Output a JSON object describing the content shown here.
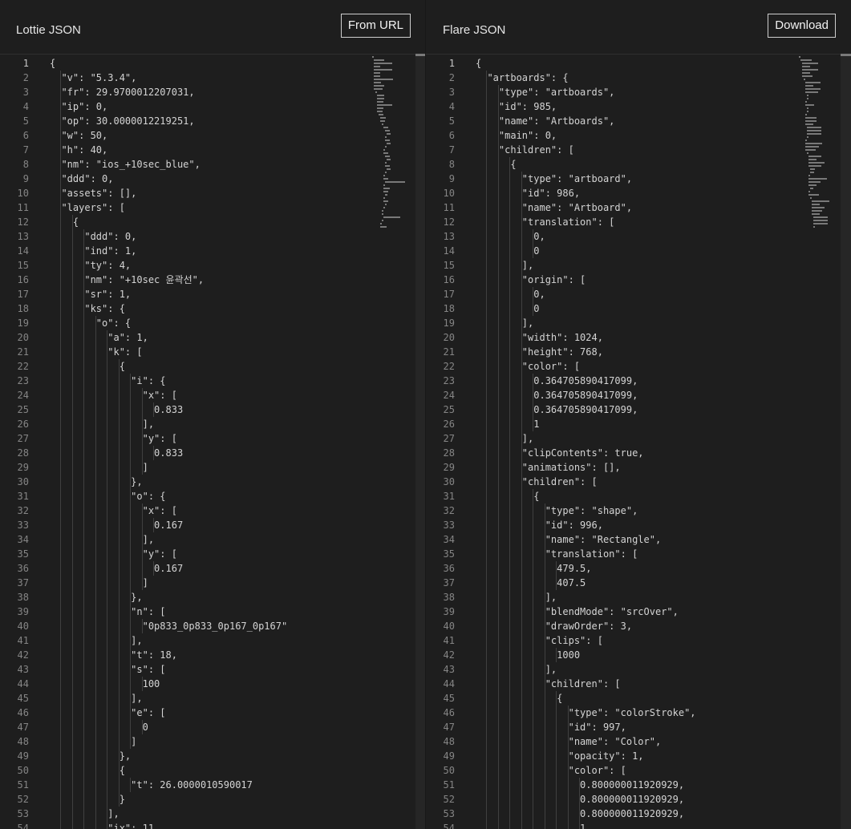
{
  "left_panel": {
    "title": "Lottie JSON",
    "button_label": "From URL",
    "lines": [
      "{",
      "  \"v\": \"5.3.4\",",
      "  \"fr\": 29.9700012207031,",
      "  \"ip\": 0,",
      "  \"op\": 30.0000012219251,",
      "  \"w\": 50,",
      "  \"h\": 40,",
      "  \"nm\": \"ios_+10sec_blue\",",
      "  \"ddd\": 0,",
      "  \"assets\": [],",
      "  \"layers\": [",
      "    {",
      "      \"ddd\": 0,",
      "      \"ind\": 1,",
      "      \"ty\": 4,",
      "      \"nm\": \"+10sec 윤곽선\",",
      "      \"sr\": 1,",
      "      \"ks\": {",
      "        \"o\": {",
      "          \"a\": 1,",
      "          \"k\": [",
      "            {",
      "              \"i\": {",
      "                \"x\": [",
      "                  0.833",
      "                ],",
      "                \"y\": [",
      "                  0.833",
      "                ]",
      "              },",
      "              \"o\": {",
      "                \"x\": [",
      "                  0.167",
      "                ],",
      "                \"y\": [",
      "                  0.167",
      "                ]",
      "              },",
      "              \"n\": [",
      "                \"0p833_0p833_0p167_0p167\"",
      "              ],",
      "              \"t\": 18,",
      "              \"s\": [",
      "                100",
      "              ],",
      "              \"e\": [",
      "                0",
      "              ]",
      "            },",
      "            {",
      "              \"t\": 26.0000010590017",
      "            }",
      "          ],",
      "          \"ix\": 11"
    ]
  },
  "right_panel": {
    "title": "Flare JSON",
    "button_label": "Download",
    "lines": [
      "{",
      "  \"artboards\": {",
      "    \"type\": \"artboards\",",
      "    \"id\": 985,",
      "    \"name\": \"Artboards\",",
      "    \"main\": 0,",
      "    \"children\": [",
      "      {",
      "        \"type\": \"artboard\",",
      "        \"id\": 986,",
      "        \"name\": \"Artboard\",",
      "        \"translation\": [",
      "          0,",
      "          0",
      "        ],",
      "        \"origin\": [",
      "          0,",
      "          0",
      "        ],",
      "        \"width\": 1024,",
      "        \"height\": 768,",
      "        \"color\": [",
      "          0.364705890417099,",
      "          0.364705890417099,",
      "          0.364705890417099,",
      "          1",
      "        ],",
      "        \"clipContents\": true,",
      "        \"animations\": [],",
      "        \"children\": [",
      "          {",
      "            \"type\": \"shape\",",
      "            \"id\": 996,",
      "            \"name\": \"Rectangle\",",
      "            \"translation\": [",
      "              479.5,",
      "              407.5",
      "            ],",
      "            \"blendMode\": \"srcOver\",",
      "            \"drawOrder\": 3,",
      "            \"clips\": [",
      "              1000",
      "            ],",
      "            \"children\": [",
      "              {",
      "                \"type\": \"colorStroke\",",
      "                \"id\": 997,",
      "                \"name\": \"Color\",",
      "                \"opacity\": 1,",
      "                \"color\": [",
      "                  0.800000011920929,",
      "                  0.800000011920929,",
      "                  0.800000011920929,",
      "                  1"
    ]
  }
}
